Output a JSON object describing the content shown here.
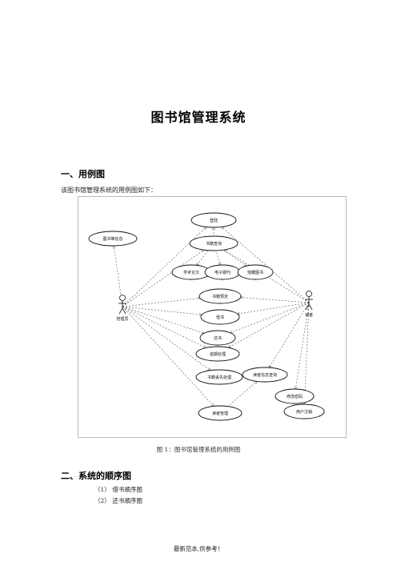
{
  "doc": {
    "title": "图书馆管理系统",
    "section1_heading": "一、用例图",
    "section1_intro": "该图书馆管理系统的用例图如下：",
    "figure_caption": "图 1：图书馆管理系统的用例图",
    "section2_heading": "二、系统的顺序图",
    "list": [
      {
        "num": "（1）",
        "text": "借书顺序图"
      },
      {
        "num": "（2）",
        "text": "还书顺序图"
      }
    ],
    "footer": "最新范本,供参考！"
  },
  "diagram": {
    "actors": [
      {
        "id": "admin",
        "label": "管理员"
      },
      {
        "id": "reader",
        "label": "读者"
      }
    ],
    "use_cases": [
      {
        "id": "login",
        "label": "登陆"
      },
      {
        "id": "search",
        "label": "书籍查询"
      },
      {
        "id": "bookinfo",
        "label": "图书等信息"
      },
      {
        "id": "thesis",
        "label": "学术论文"
      },
      {
        "id": "ejournal",
        "label": "电子期刊"
      },
      {
        "id": "collection",
        "label": "馆藏图书"
      },
      {
        "id": "reserve",
        "label": "书籍预定"
      },
      {
        "id": "borrow",
        "label": "借书"
      },
      {
        "id": "return",
        "label": "还书"
      },
      {
        "id": "overdue",
        "label": "逾期处理"
      },
      {
        "id": "lost",
        "label": "书籍丢失处理"
      },
      {
        "id": "readerquery",
        "label": "读者信息查询"
      },
      {
        "id": "changepwd",
        "label": "修改密码"
      },
      {
        "id": "readermgmt",
        "label": "读者管理"
      },
      {
        "id": "logout",
        "label": "用户注销"
      }
    ]
  }
}
